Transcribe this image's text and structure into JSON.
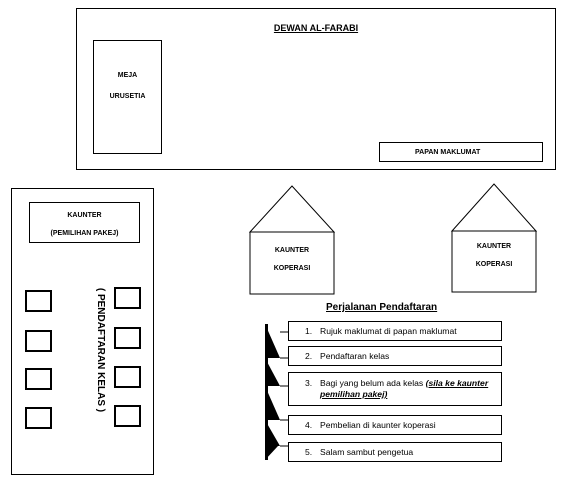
{
  "hall": {
    "title": "DEWAN AL-FARABI",
    "desk_line1": "MEJA",
    "desk_line2": "URUSETIA",
    "noticeboard": "PAPAN MAKLUMAT"
  },
  "package_counter": {
    "line1": "KAUNTER",
    "line2": "(PEMILIHAN PAKEJ)"
  },
  "class_registration_label": "( PENDAFTARAN KELAS )",
  "coop_counters": [
    {
      "line1": "KAUNTER",
      "line2": "KOPERASI"
    },
    {
      "line1": "KAUNTER",
      "line2": "KOPERASI"
    }
  ],
  "registration_flow": {
    "title": "Perjalanan Pendaftaran",
    "steps": [
      {
        "number": "1.",
        "text": "Rujuk maklumat di papan maklumat"
      },
      {
        "number": "2.",
        "text": "Pendaftaran kelas"
      },
      {
        "number": "3.",
        "text": "Bagi yang belum ada kelas ",
        "emphasis": "(sila ke kaunter pemilihan pakej)"
      },
      {
        "number": "4.",
        "text": "Pembelian di kaunter koperasi"
      },
      {
        "number": "5.",
        "text": "Salam sambut pengetua"
      }
    ]
  }
}
